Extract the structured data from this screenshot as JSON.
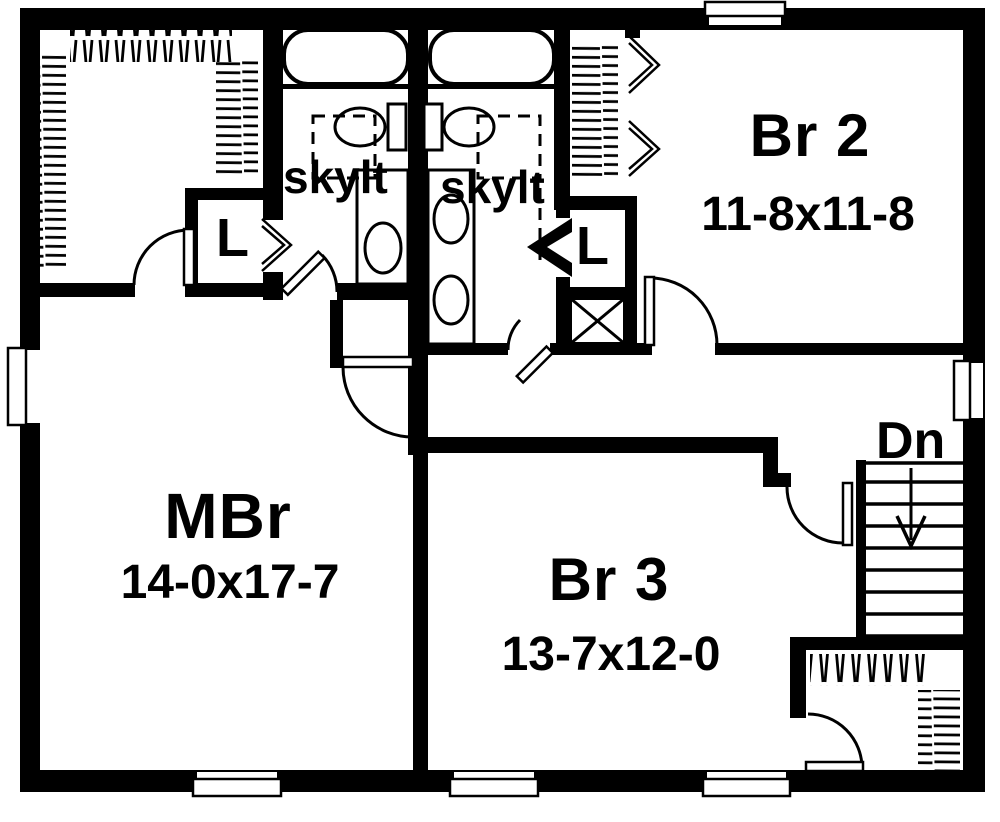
{
  "drawing": {
    "ink_color": "#000000",
    "paper_color": "#ffffff"
  },
  "rooms": {
    "master_bedroom": {
      "name": "MBr",
      "dimensions": "14-0x17-7"
    },
    "bedroom_2": {
      "name": "Br 2",
      "dimensions": "11-8x11-8"
    },
    "bedroom_3": {
      "name": "Br 3",
      "dimensions": "13-7x12-0"
    }
  },
  "labels": {
    "skylight_master_bath": "skylt",
    "skylight_hall_bath": "skylt",
    "linen_closet_left": "L",
    "linen_closet_right": "L",
    "stairs_down": "Dn"
  },
  "fixtures": [
    {
      "icon": "bathtub-icon"
    },
    {
      "icon": "bathtub-icon"
    },
    {
      "icon": "toilet-icon"
    },
    {
      "icon": "toilet-icon"
    },
    {
      "icon": "sink-icon"
    },
    {
      "icon": "sink-icon"
    },
    {
      "icon": "sink-icon"
    },
    {
      "icon": "stairs-down-arrow-icon"
    },
    {
      "icon": "skylight-dashed-icon"
    },
    {
      "icon": "skylight-dashed-icon"
    },
    {
      "icon": "chase-x-icon"
    },
    {
      "icon": "closet-rod-hatch-icon"
    },
    {
      "icon": "closet-shelf-hatch-icon"
    }
  ]
}
